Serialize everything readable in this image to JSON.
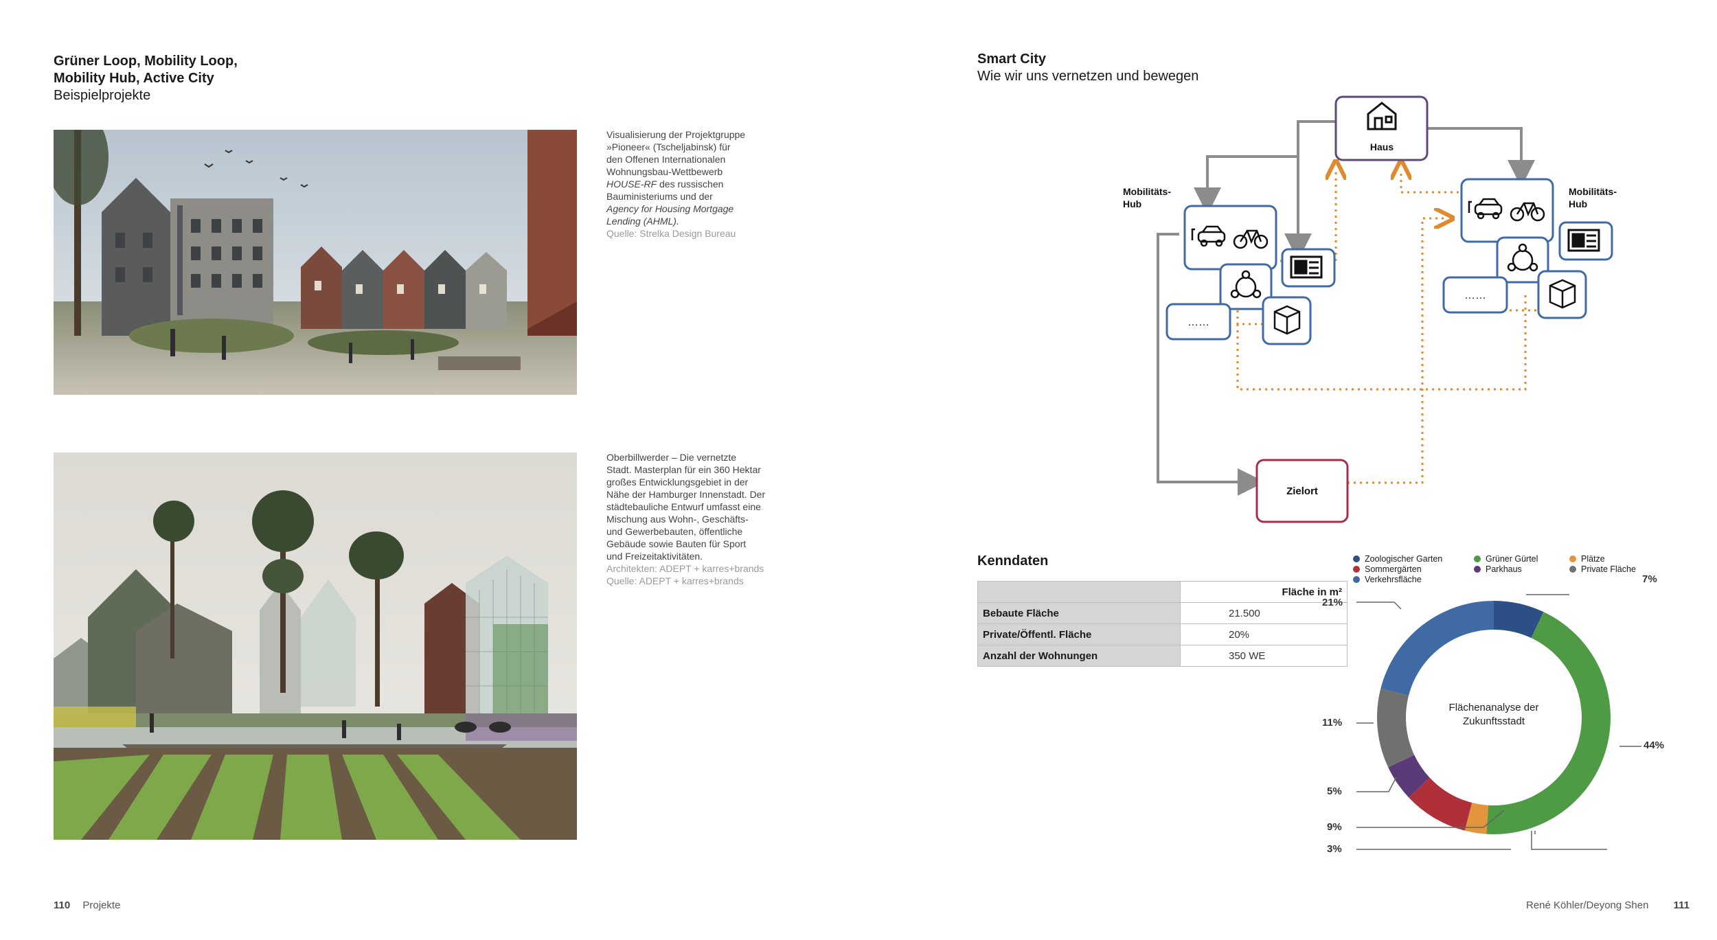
{
  "left_page": {
    "title_line1": "Grüner Loop, Mobility Loop,",
    "title_line2": "Mobility Hub, Active City",
    "subtitle": "Beispielprojekte",
    "caption1": {
      "l1": "Visualisierung der Projektgruppe",
      "l2": "»Pioneer« (Tscheljabinsk) für",
      "l3": "den Offenen Internationalen",
      "l4": "Wohnungsbau-Wettbewerb",
      "l5a": "HOUSE-RF",
      "l5b": " des russischen",
      "l6": "Bauministeriums und der",
      "l7": "Agency for Housing Mortgage",
      "l8": "Lending (AHML).",
      "source": "Quelle: Strelka Design Bureau"
    },
    "caption2": {
      "l1": "Oberbillwerder – Die vernetzte",
      "l2": "Stadt. Masterplan für ein 360 Hektar",
      "l3": "großes Entwicklungsgebiet in der",
      "l4": "Nähe der Hamburger Innenstadt. Der",
      "l5": "städtebauliche Entwurf umfasst eine",
      "l6": "Mischung aus Wohn-, Geschäfts-",
      "l7": "und Gewerbebauten, öffentliche",
      "l8": "Gebäude sowie Bauten für Sport",
      "l9": "und Freizeitaktivitäten.",
      "architects": "Architekten: ADEPT + karres+brands",
      "source": "Quelle: ADEPT + karres+brands"
    },
    "footer": {
      "page": "110",
      "section": "Projekte"
    }
  },
  "right_page": {
    "title": "Smart City",
    "subtitle": "Wie wir uns vernetzen und bewegen",
    "diagram": {
      "haus": "Haus",
      "hub_left_l1": "Mobilitäts-",
      "hub_left_l2": "Hub",
      "hub_right_l1": "Mobilitäts-",
      "hub_right_l2": "Hub",
      "dots": "……",
      "zielort": "Zielort"
    },
    "kenndaten": {
      "title": "Kenndaten",
      "header": "Fläche in m²",
      "rows": [
        {
          "label": "Bebaute Fläche",
          "value": "21.500"
        },
        {
          "label": "Private/Öffentl. Fläche",
          "value": "20%"
        },
        {
          "label": "Anzahl der Wohnungen",
          "value": "350 WE"
        }
      ]
    },
    "footer": {
      "authors": "René Köhler/Deyong Shen",
      "page": "111"
    }
  },
  "chart_data": {
    "type": "pie",
    "donut": true,
    "center_label_l1": "Flächenanalyse der",
    "center_label_l2": "Zukunftsstadt",
    "legend": [
      {
        "name": "Zoologischer Garten",
        "color": "#2c4f86"
      },
      {
        "name": "Grüner Gürtel",
        "color": "#4e9a45"
      },
      {
        "name": "Plätze",
        "color": "#e2953a"
      },
      {
        "name": "Sommergärten",
        "color": "#b0303a"
      },
      {
        "name": "Parkhaus",
        "color": "#5b3a78"
      },
      {
        "name": "Private Fläche",
        "color": "#6f716e"
      },
      {
        "name": "Verkehrsfläche",
        "color": "#3f6aa4"
      }
    ],
    "slices": [
      {
        "name": "Zoologischer Garten",
        "value": 7,
        "label": "7%",
        "color": "#2c4f86"
      },
      {
        "name": "Grüner Gürtel",
        "value": 44,
        "label": "44%",
        "color": "#4e9a45"
      },
      {
        "name": "Plätze",
        "value": 3,
        "label": "3%",
        "color": "#e2953a"
      },
      {
        "name": "Sommergärten",
        "value": 9,
        "label": "9%",
        "color": "#b0303a"
      },
      {
        "name": "Parkhaus",
        "value": 5,
        "label": "5%",
        "color": "#5b3a78"
      },
      {
        "name": "Private Fläche",
        "value": 11,
        "label": "11%",
        "color": "#6f716e"
      },
      {
        "name": "Verkehrsfläche",
        "value": 21,
        "label": "21%",
        "color": "#3f6aa4"
      }
    ]
  }
}
